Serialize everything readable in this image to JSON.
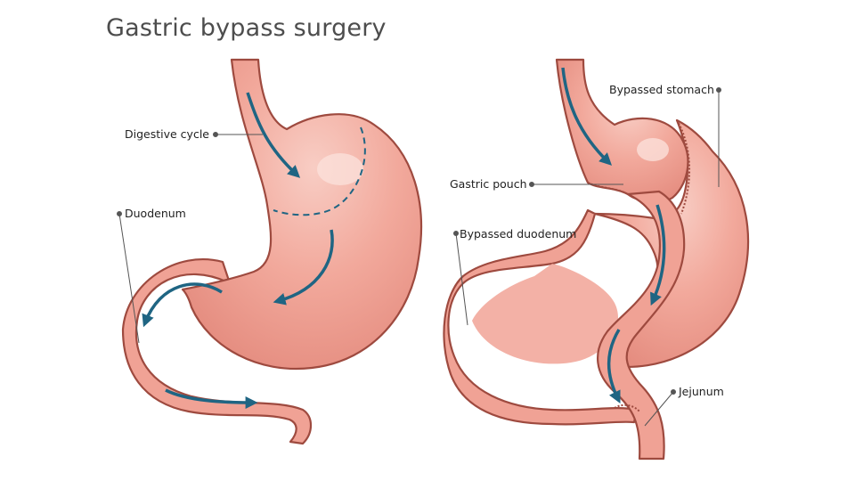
{
  "title": "Gastric bypass surgery",
  "labels": {
    "digestive_cycle": "Digestive cycle",
    "duodenum": "Duodenum",
    "bypassed_stomach": "Bypassed stomach",
    "gastric_pouch": "Gastric pouch",
    "bypassed_duodenum": "Bypassed duodenum",
    "jejunum": "Jejunum"
  },
  "colors": {
    "tissue": "#f0a295",
    "tissue_light": "#f6c2b8",
    "outline": "#9e4a3f",
    "arrow": "#1f6583",
    "leader": "#555555"
  }
}
